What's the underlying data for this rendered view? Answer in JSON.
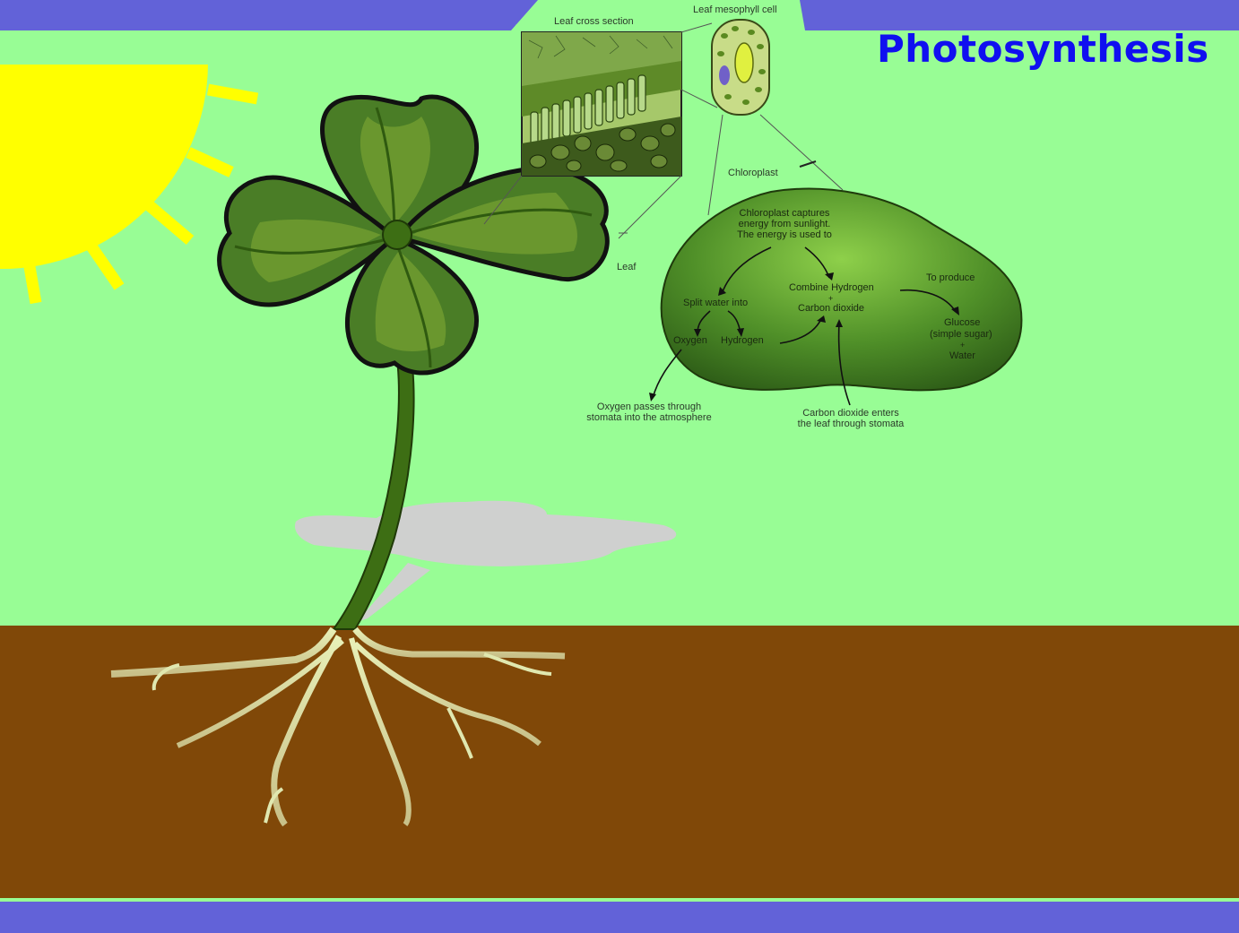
{
  "title": "Photosynthesis",
  "colors": {
    "sky": "#98fd95",
    "band": "#6262d8",
    "soil": "#804808",
    "sun": "#ffff00",
    "title": "#1010f0",
    "chloroplast": "#4f8f28"
  },
  "labels": {
    "leaf_cross_section": "Leaf cross section",
    "leaf_mesophyll_cell": "Leaf mesophyll cell",
    "chloroplast": "Chloroplast",
    "leaf": "Leaf",
    "captures": [
      "Chloroplast captures",
      "energy from sunlight.",
      "The energy is used to"
    ],
    "combine_hydrogen": "Combine Hydrogen",
    "plus1": "+",
    "carbon_dioxide": "Carbon dioxide",
    "split_water": "Split water into",
    "oxygen": "Oxygen",
    "hydrogen": "Hydrogen",
    "to_produce": "To produce",
    "glucose": "Glucose",
    "simple_sugar": "(simple sugar)",
    "plus2": "+",
    "water": "Water",
    "oxygen_passes": [
      "Oxygen passes through",
      "stomata into the atmosphere"
    ],
    "co2_enters": [
      "Carbon dioxide enters",
      "the leaf through stomata"
    ]
  }
}
